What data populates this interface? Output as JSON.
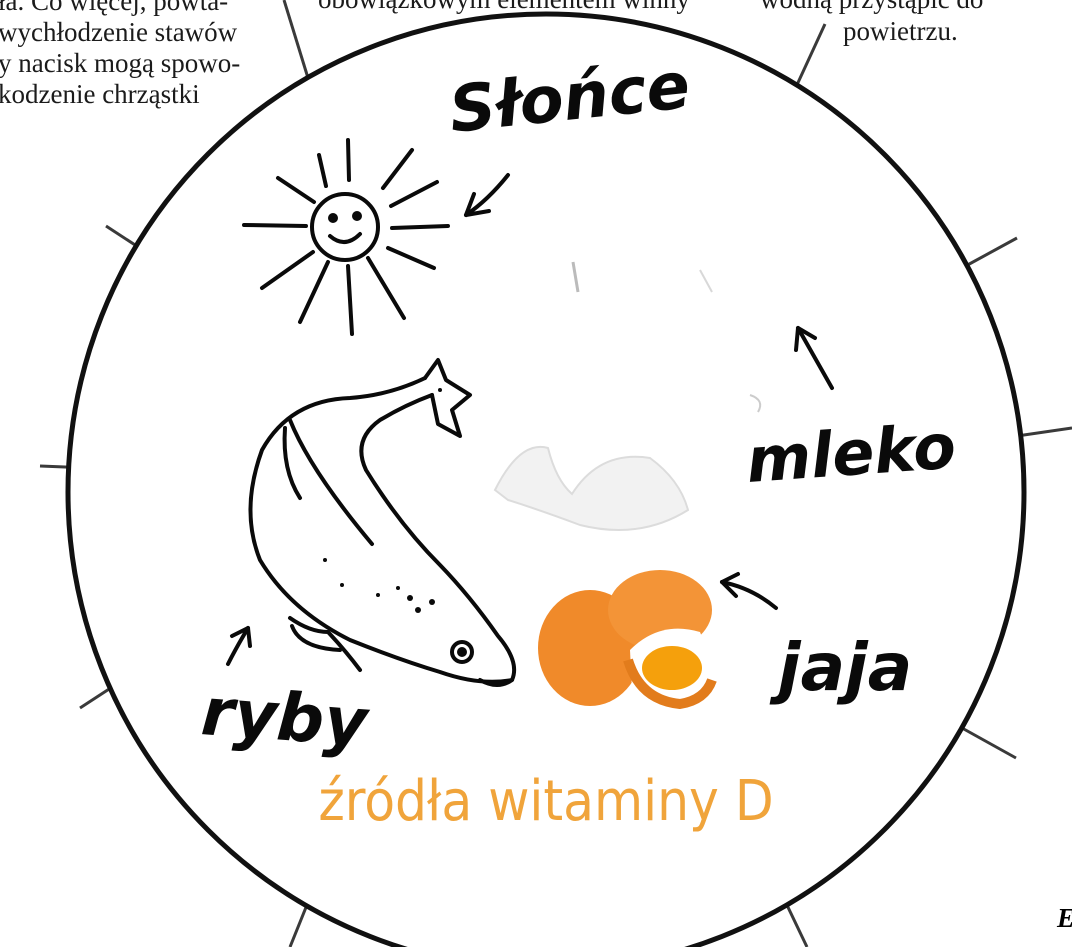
{
  "page": {
    "left_text_lines": [
      "ła. Co więcej, powta-",
      "wychłodzenie stawów",
      "y nacisk mogą spowo-",
      "kodzenie chrząstki"
    ],
    "center_text_line": "obowiązkowym elementem winny",
    "right_text_line_1": "wodną przystąpić do",
    "right_text_line_2": "powietrzu.",
    "corner_letter": "E"
  },
  "illustration": {
    "labels": {
      "sun": "Słońce",
      "milk": "mleko",
      "eggs": "jaja",
      "fish": "ryby"
    },
    "caption": "źródła witaminy D",
    "colors": {
      "caption": "#f0a43b",
      "egg": "#f08a2a",
      "yolk": "#f5a00c",
      "ink": "#0a0a0a"
    }
  }
}
